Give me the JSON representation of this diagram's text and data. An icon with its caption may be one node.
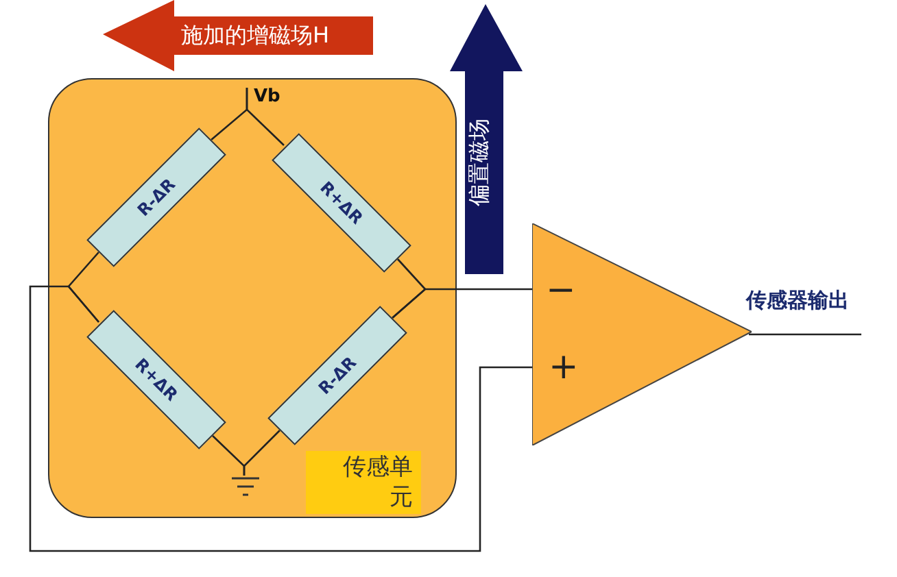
{
  "diagram": {
    "nodes": [
      {
        "text": [],
        "shape": "box"
      },
      {
        "text": [
          "Vb"
        ],
        "in": 0
      },
      {
        "text": [
          "R-ΔR"
        ],
        "in": 0
      },
      {
        "text": [
          "R+ΔR"
        ],
        "in": 0
      },
      {
        "text": [
          "R+ΔR"
        ],
        "in": 0
      },
      {
        "text": [
          "R-ΔR"
        ],
        "in": 0
      },
      {
        "text": [],
        "shape": "ground",
        "in": 0
      },
      {
        "text": [
          "传感单元"
        ],
        "in": 0
      },
      {
        "text": [
          "−",
          "+"
        ]
      }
    ],
    "edges": [
      {
        "from": 1,
        "to": 2,
        "arrow": "none"
      },
      {
        "from": 1,
        "to": 3,
        "arrow": "none"
      },
      {
        "from": 2,
        "to": 4,
        "arrow": "none"
      },
      {
        "from": 3,
        "to": 5,
        "arrow": "none"
      },
      {
        "from": 4,
        "to": 6,
        "arrow": "none"
      },
      {
        "from": 5,
        "to": 6,
        "arrow": "none"
      },
      {
        "from": 4,
        "to": 8,
        "arrow": "none"
      },
      {
        "from": 5,
        "to": 8,
        "arrow": "none"
      },
      {
        "from": 8,
        "to": null,
        "arrow": "none",
        "label": "传感器输出"
      }
    ],
    "labels": [
      "施加的增磁场H",
      "偏置磁场"
    ]
  }
}
